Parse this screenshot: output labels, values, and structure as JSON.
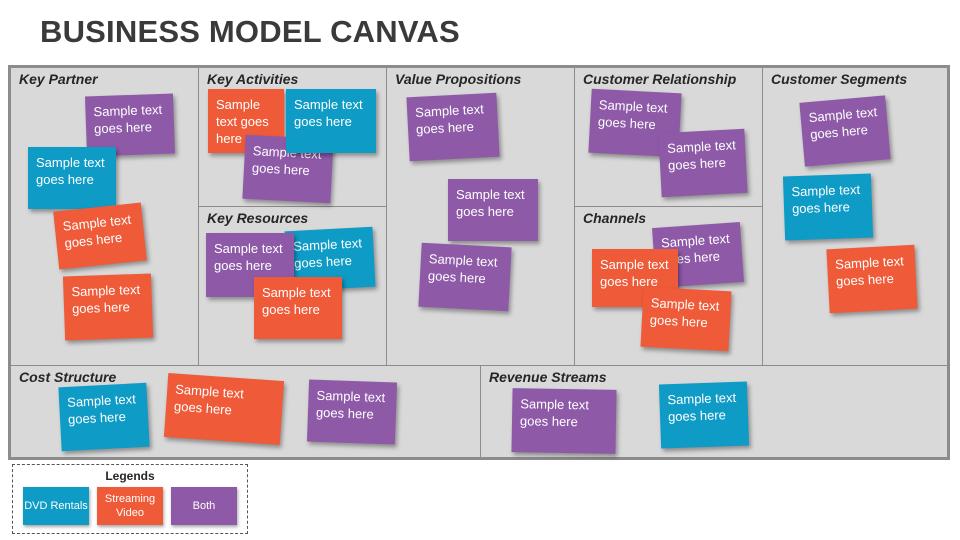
{
  "title": "BUSINESS MODEL CANVAS",
  "colors": {
    "dvd_rentals": "#0e9bc6",
    "streaming_video": "#ef5a38",
    "both": "#8e5aa8"
  },
  "sections": {
    "key_partner": "Key Partner",
    "key_activities": "Key Activities",
    "value_propositions": "Value Propositions",
    "customer_relationship": "Customer Relationship",
    "customer_segments": "Customer Segments",
    "key_resources": "Key Resources",
    "channels": "Channels",
    "cost_structure": "Cost Structure",
    "revenue_streams": "Revenue Streams"
  },
  "note_text": "Sample text goes here",
  "legend": {
    "title": "Legends",
    "dvd": "DVD Rentals",
    "streaming": "Streaming Video",
    "both": "Both"
  }
}
